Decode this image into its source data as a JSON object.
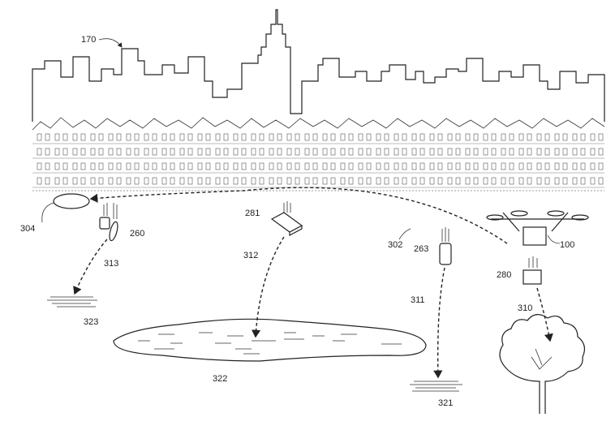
{
  "figure": {
    "labels": {
      "city": "170",
      "target_zone": "304",
      "parachute_item": "260",
      "package_281": "281",
      "flight_path": "302",
      "item_263": "263",
      "uav": "100",
      "package_280": "280",
      "path_313": "313",
      "path_312": "312",
      "path_311": "311",
      "path_310": "310",
      "ground_323": "323",
      "lake": "322",
      "ground_321": "321"
    }
  }
}
